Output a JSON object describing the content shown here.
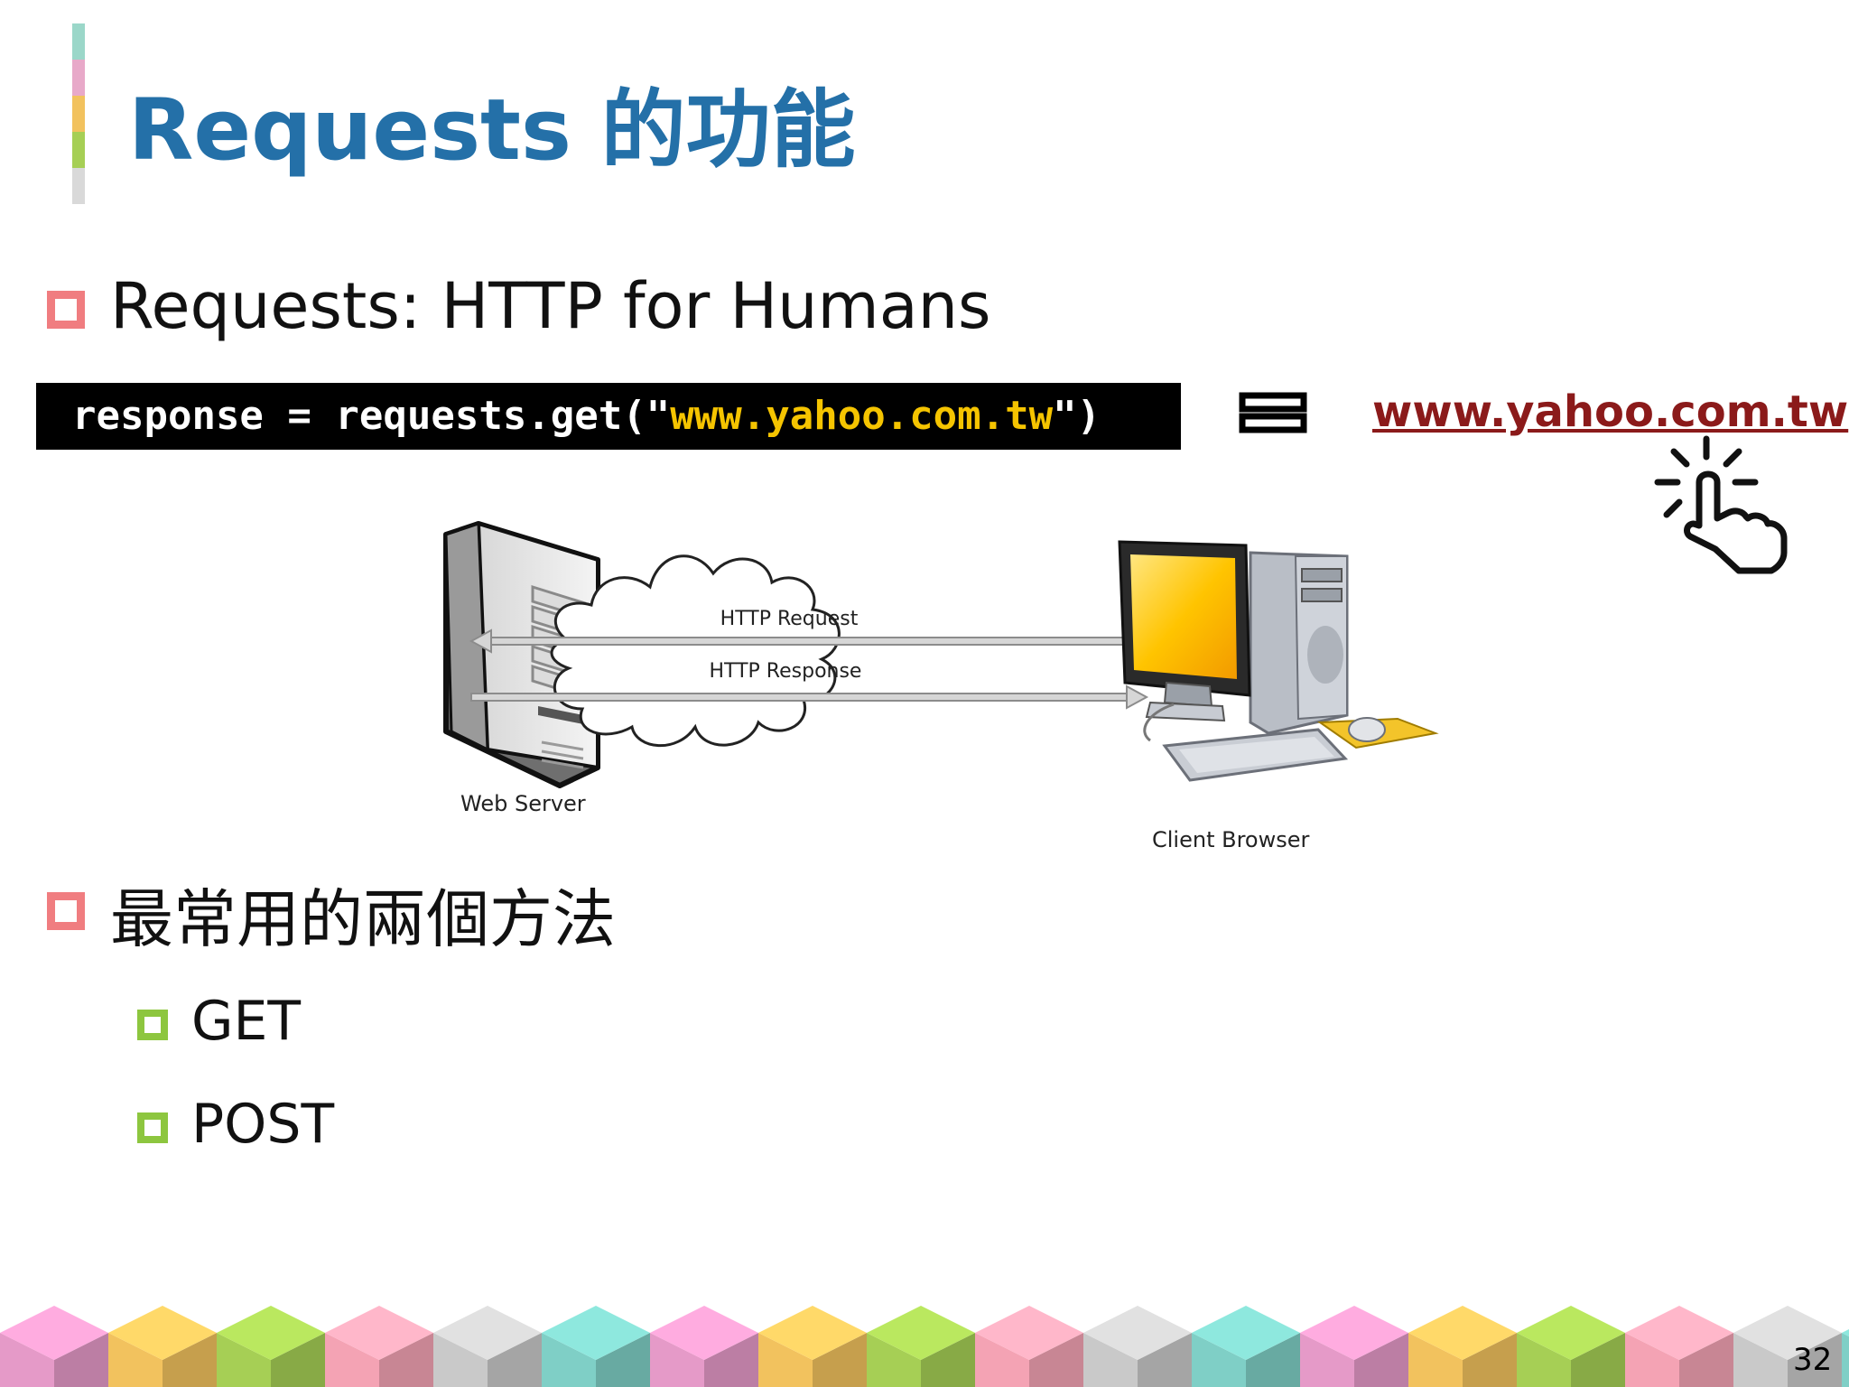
{
  "slide": {
    "title": "Requests 的功能",
    "title_bar_colors": [
      "#9bd7c9",
      "#e8a9c9",
      "#f2c25e",
      "#a6cf55",
      "#d9d9d9"
    ],
    "page_number": "32"
  },
  "bullets": [
    {
      "text": "Requests: HTTP for Humans",
      "level": 1
    },
    {
      "text": "最常用的兩個方法",
      "level": 1
    },
    {
      "text": "GET",
      "level": 2
    },
    {
      "text": "POST",
      "level": 2
    }
  ],
  "code": {
    "prefix": "response = requests.get(\"",
    "url": "www.yahoo.com.tw",
    "suffix": "\")"
  },
  "link": {
    "text": "www.yahoo.com.tw"
  },
  "icons": {
    "equals": "equals-icon",
    "hand": "click-hand-icon"
  },
  "diagram": {
    "server_label": "Web Server",
    "client_label": "Client Browser",
    "request_label": "HTTP Request",
    "response_label": "HTTP Response"
  },
  "colors": {
    "title": "#2470a8",
    "bullet_level1": "#f07d80",
    "bullet_level2": "#8dc63f",
    "code_bg": "#000000",
    "code_highlight": "#f5c400",
    "link": "#8b1a1a"
  },
  "footer_cube_colors": [
    "#7fcfc6",
    "#e59ac8",
    "#f2c25e",
    "#a6cf55",
    "#f4a3b4",
    "#c9c9c9"
  ]
}
